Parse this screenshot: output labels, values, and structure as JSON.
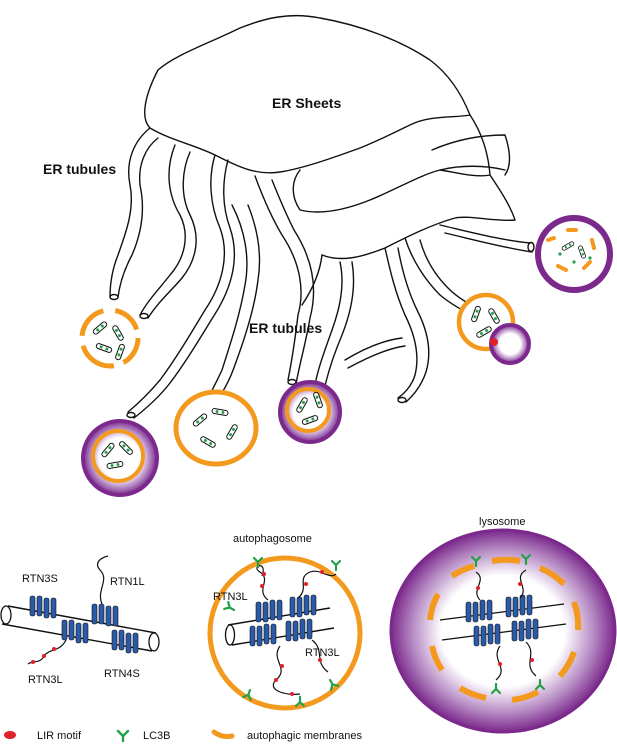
{
  "labels": {
    "er_sheets": "ER Sheets",
    "er_tubules_left": "ER tubules",
    "er_tubules_center": "ER tubules",
    "rtn3s": "RTN3S",
    "rtn1l": "RTN1L",
    "rtn3l_left": "RTN3L",
    "rtn4s": "RTN4S",
    "autophagosome": "autophagosome",
    "rtn3l_auto_left": "RTN3L",
    "rtn3l_auto_right": "RTN3L",
    "lysosome": "lysosome"
  },
  "legend": {
    "lir_motif": "LIR motif",
    "lc3b": "LC3B",
    "autophagic_membranes": "autophagic membranes"
  },
  "colors": {
    "line": "#111111",
    "lir_red": "#e0202a",
    "lc3b_green": "#22a04a",
    "membrane_orange": "#f39a1e",
    "lysosome_purple": "#7b2a8c",
    "rtn_blue": "#2a5aa8"
  }
}
